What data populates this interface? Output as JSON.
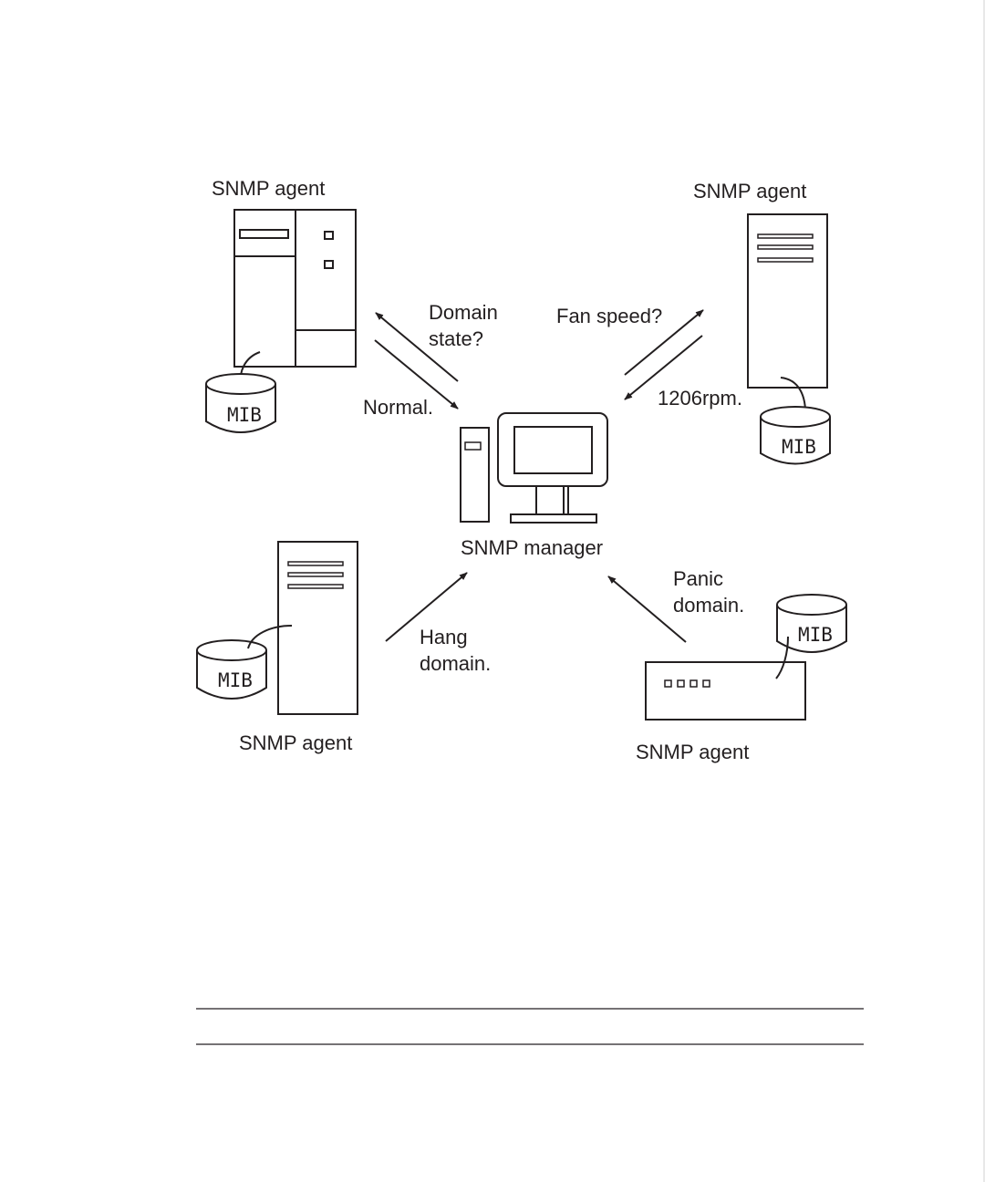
{
  "diagram": {
    "manager_label": "SNMP manager",
    "agents": {
      "top_left": "SNMP agent",
      "top_right": "SNMP agent",
      "bottom_left": "SNMP agent",
      "bottom_right": "SNMP agent"
    },
    "mib_label": "MIB",
    "messages": {
      "domain_state_line1": "Domain",
      "domain_state_line2": "state?",
      "normal": "Normal.",
      "fan_speed": "Fan speed?",
      "rpm": "1206rpm.",
      "hang_line1": "Hang",
      "hang_line2": "domain.",
      "panic_line1": "Panic",
      "panic_line2": "domain."
    }
  }
}
